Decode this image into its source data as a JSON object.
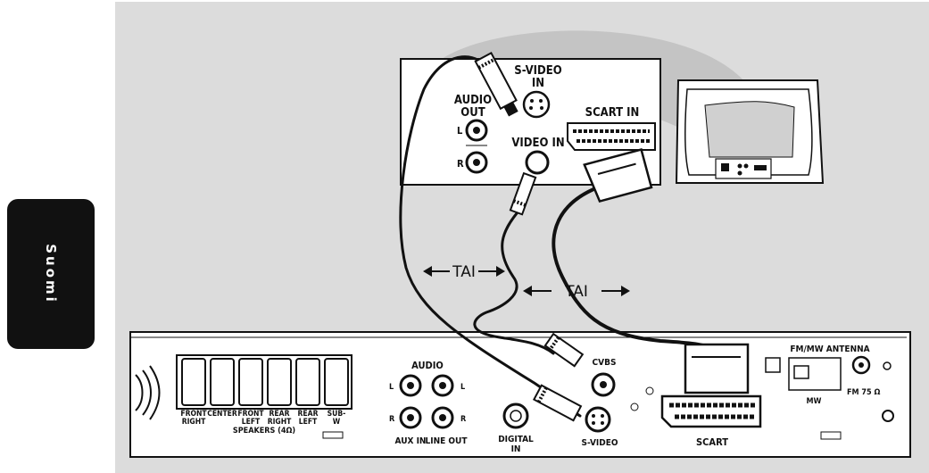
{
  "side_tab": {
    "language": "Suomi"
  },
  "tv_panel": {
    "svideo_in": [
      "S-VIDEO",
      "IN"
    ],
    "audio_out": [
      "AUDIO",
      "OUT"
    ],
    "left": "L",
    "right": "R",
    "video_in": "VIDEO IN",
    "scart_in": "SCART IN"
  },
  "connectors": {
    "or_label_1": "TAI",
    "or_label_2": "TAI"
  },
  "receiver": {
    "speaker_labels": [
      [
        "FRONT",
        "RIGHT"
      ],
      [
        "CENTER",
        ""
      ],
      [
        "FRONT",
        "LEFT"
      ],
      [
        "REAR",
        "RIGHT"
      ],
      [
        "REAR",
        "LEFT"
      ],
      [
        "SUB-",
        "W"
      ]
    ],
    "speakers_caption": "SPEAKERS (4Ω)",
    "audio": "AUDIO",
    "left": "L",
    "right": "R",
    "aux_in": "AUX IN",
    "line_out": "LINE OUT",
    "digital_in": [
      "DIGITAL",
      "IN"
    ],
    "cvbs": "CVBS",
    "svideo": "S-VIDEO",
    "scart": "SCART",
    "antenna": "FM/MW ANTENNA",
    "fm": "FM  75 Ω",
    "mw": "MW"
  }
}
